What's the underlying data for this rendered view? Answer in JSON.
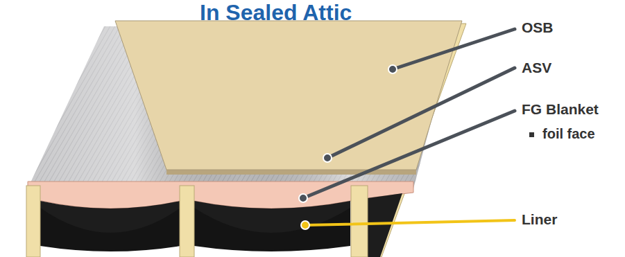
{
  "diagram": {
    "title": "In Sealed Attic",
    "labels": [
      "OSB",
      "ASV",
      "FG Blanket",
      "foil face",
      "Liner"
    ]
  }
}
